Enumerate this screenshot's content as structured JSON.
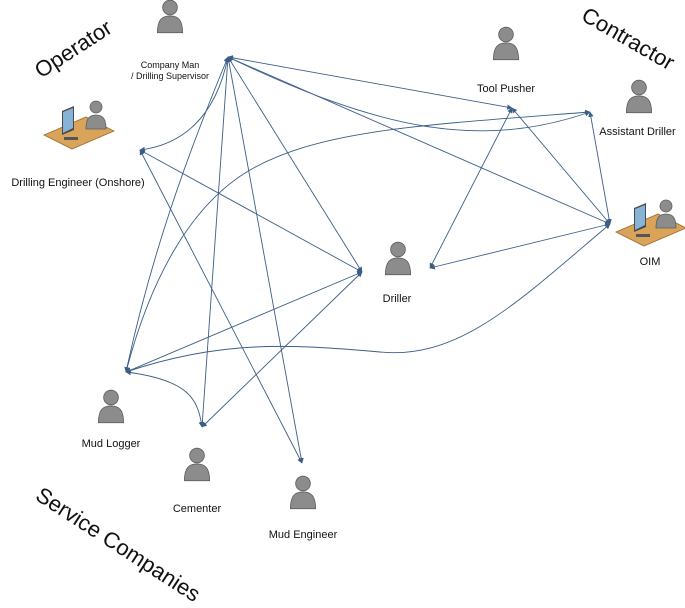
{
  "groups": {
    "operator": "Operator",
    "contractor": "Contractor",
    "service": "Service Companies"
  },
  "nodes": {
    "company_man": {
      "line1": "Company Man",
      "line2": "/ Drilling Supervisor",
      "icon": "person-icon"
    },
    "drilling_engineer": {
      "label": "Drilling Engineer (Onshore)",
      "icon": "workstation-person-icon"
    },
    "tool_pusher": {
      "label": "Tool Pusher",
      "icon": "person-icon"
    },
    "assistant_driller": {
      "label": "Assistant Driller",
      "icon": "person-icon"
    },
    "oim": {
      "label": "OIM",
      "icon": "workstation-person-icon"
    },
    "driller": {
      "label": "Driller",
      "icon": "person-icon"
    },
    "mud_logger": {
      "label": "Mud Logger",
      "icon": "person-icon"
    },
    "cementer": {
      "label": "Cementer",
      "icon": "person-icon"
    },
    "mud_engineer": {
      "label": "Mud Engineer",
      "icon": "person-icon"
    }
  },
  "colors": {
    "arrow": "#3b5e86",
    "person_fill": "#8c8c8c",
    "desk": "#d9a35a"
  }
}
